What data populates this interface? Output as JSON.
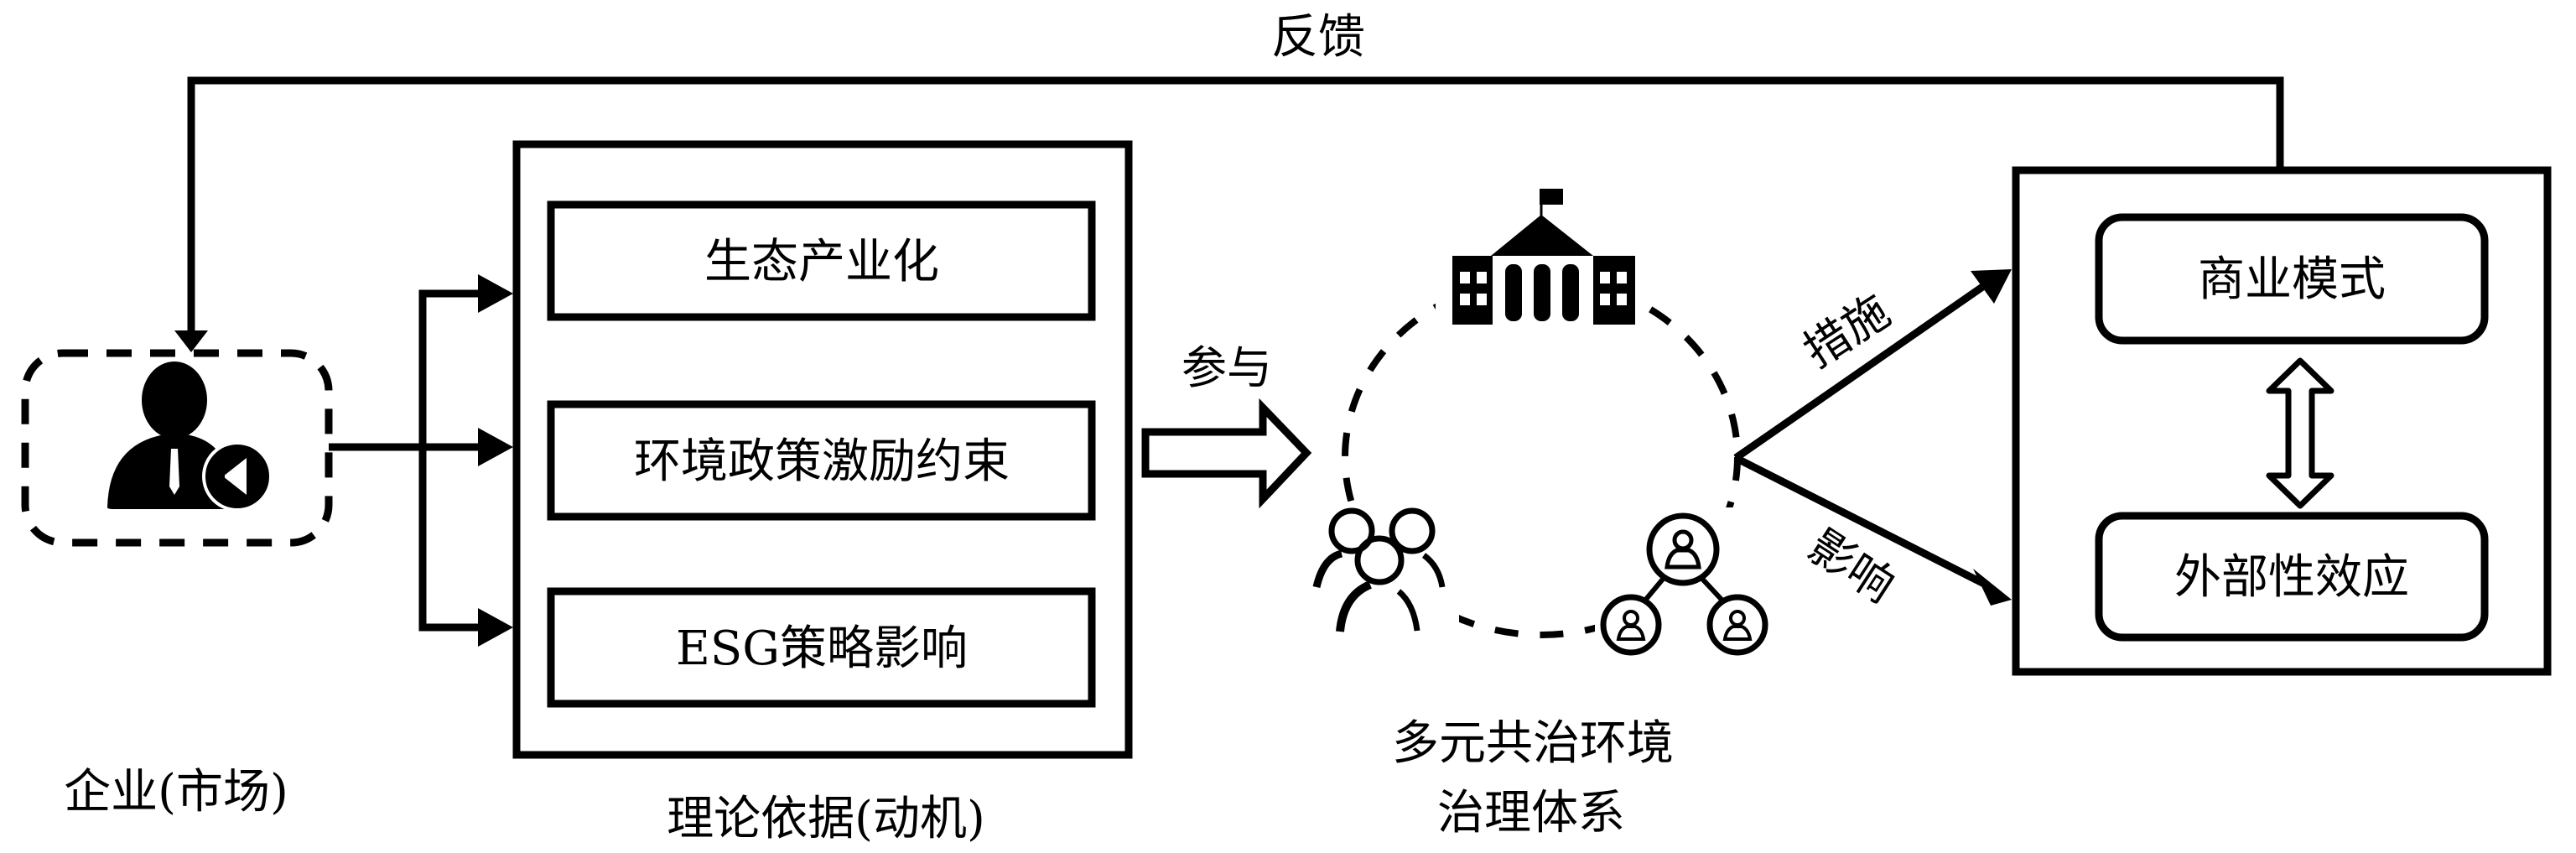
{
  "colors": {
    "ink": "#000000",
    "background": "#ffffff"
  },
  "feedback": {
    "label": "反馈"
  },
  "enterprise": {
    "label": "企业(市场)",
    "icon": "businessman-with-speaker-badge"
  },
  "theory_box": {
    "caption": "理论依据(动机)",
    "items": [
      {
        "label": "生态产业化"
      },
      {
        "label": "环境政策激励约束"
      },
      {
        "label": "ESG策略影响"
      }
    ]
  },
  "participation": {
    "label": "参与"
  },
  "governance": {
    "caption_line1": "多元共治环境",
    "caption_line2": "治理体系",
    "icons": [
      "government-building",
      "people-group",
      "user-network"
    ]
  },
  "outcomes": {
    "measures_label": "措施",
    "influence_label": "影响",
    "items": [
      {
        "label": "商业模式"
      },
      {
        "label": "外部性效应"
      }
    ],
    "link": "bidirectional"
  }
}
